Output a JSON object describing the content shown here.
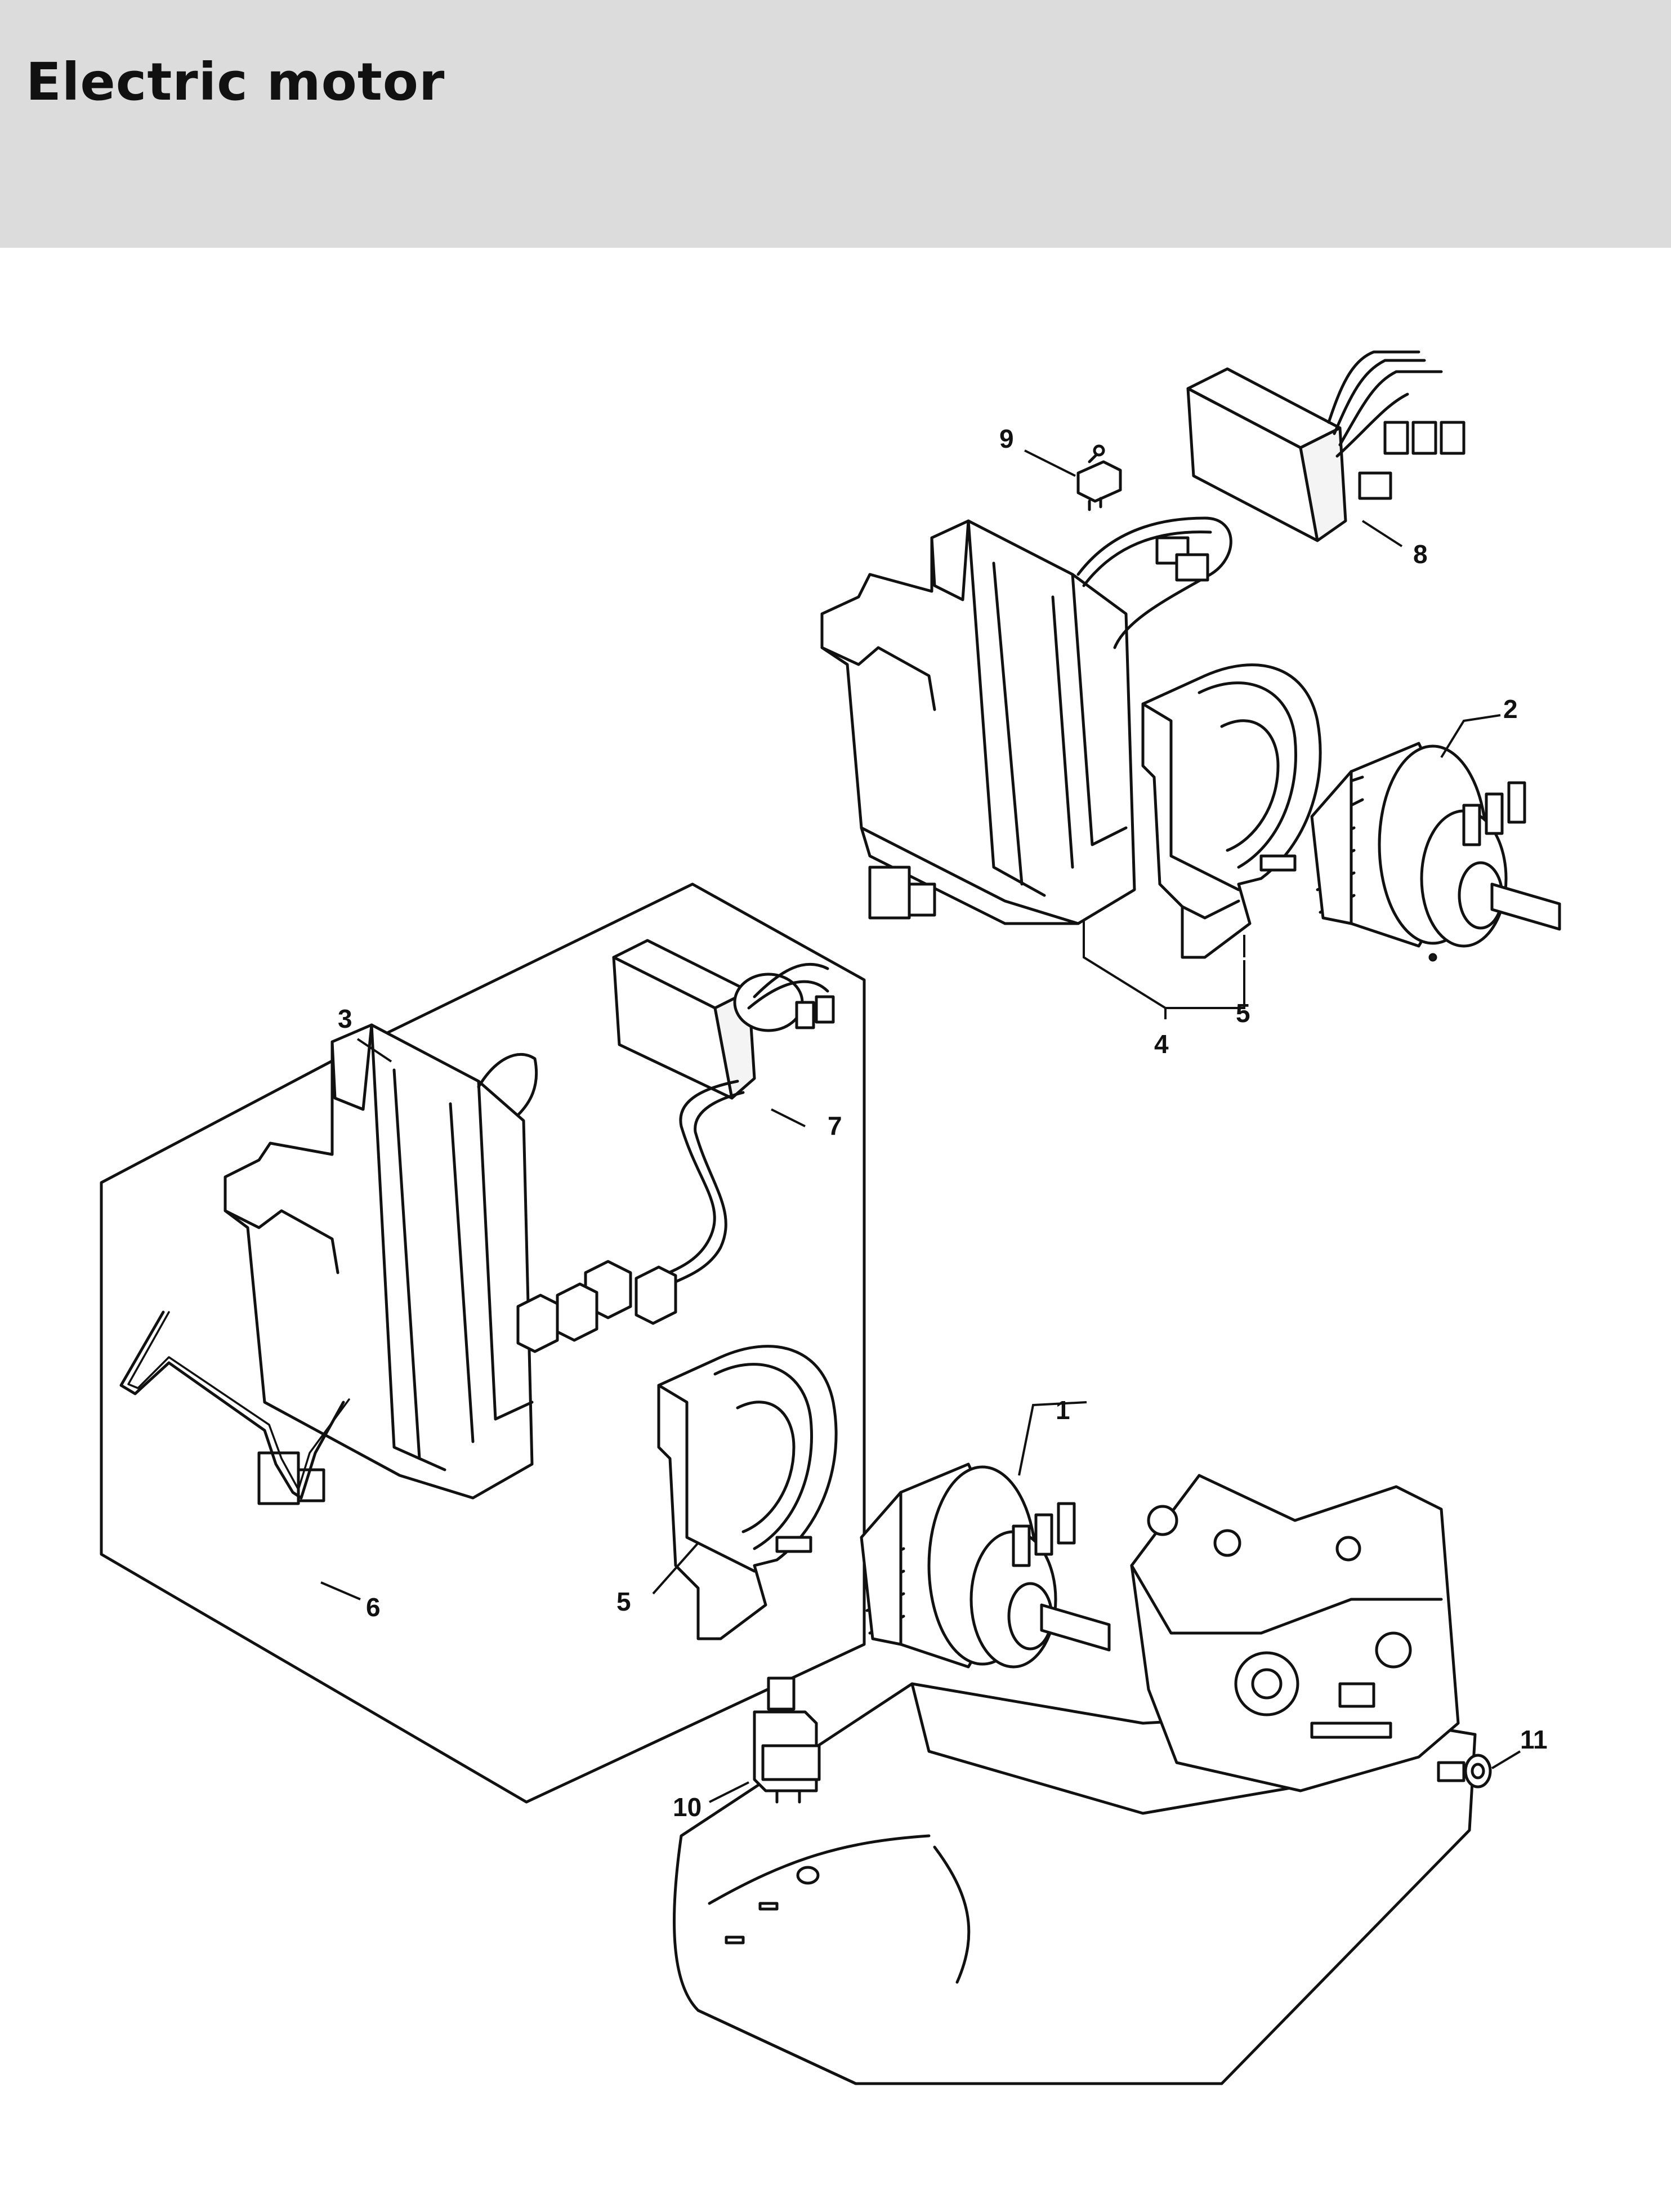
{
  "header": {
    "title": "Electric motor",
    "background": "#dcdcdc"
  },
  "callouts": {
    "c1": "1",
    "c2": "2",
    "c3": "3",
    "c4": "4",
    "c5a": "5",
    "c5b": "5",
    "c6": "6",
    "c7": "7",
    "c8": "8",
    "c9": "9",
    "c10": "10",
    "c11": "11"
  }
}
